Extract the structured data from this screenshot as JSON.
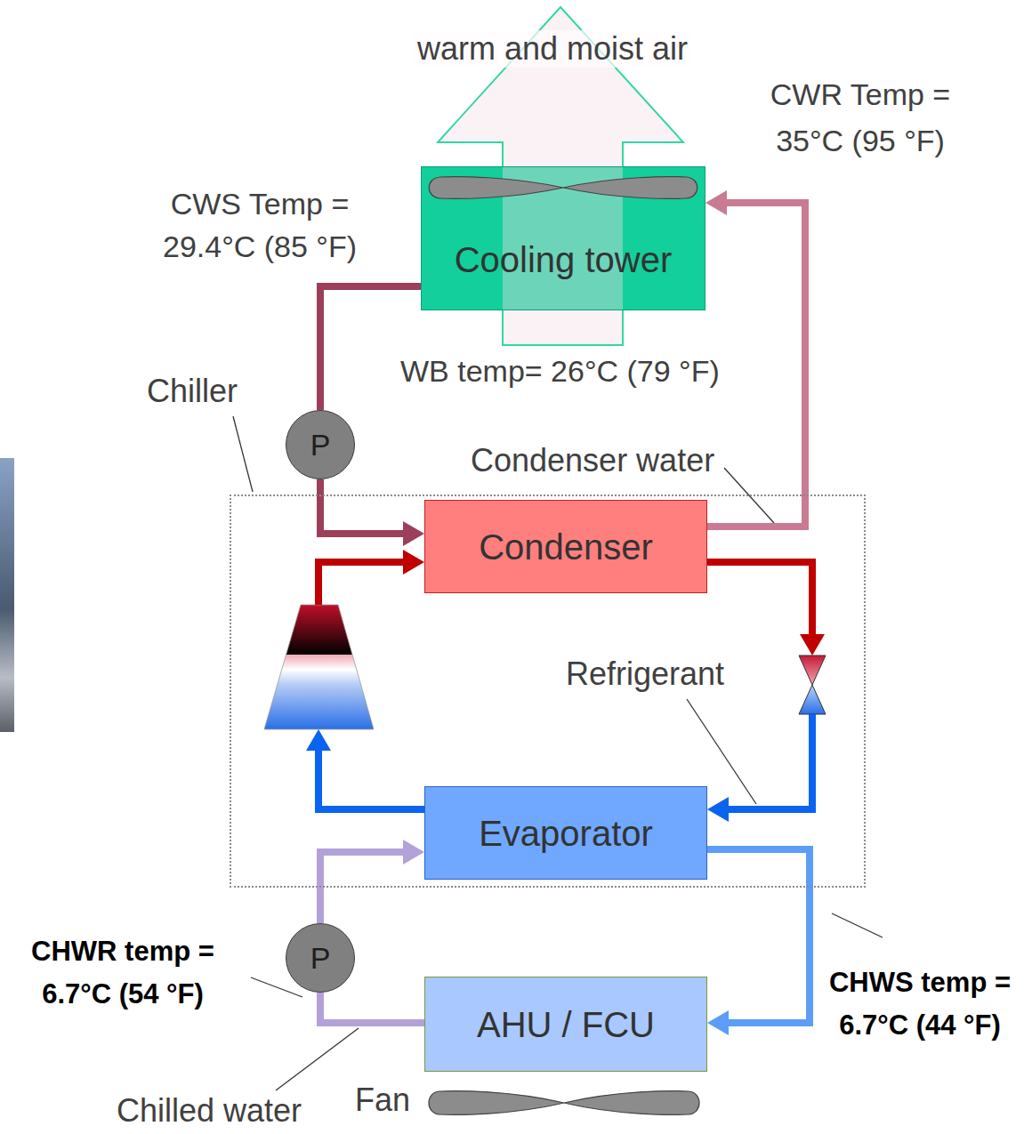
{
  "diagram": {
    "nodes": [
      {
        "text": [
          "Cooling tower"
        ]
      },
      {
        "text": [
          "P"
        ]
      },
      {
        "text": [
          "Chiller"
        ]
      },
      {
        "text": [
          "Condenser"
        ],
        "in": 2
      },
      {
        "text": [
          "Evaporator"
        ],
        "in": 2
      },
      {
        "text": [
          "P"
        ]
      },
      {
        "text": [
          "AHU / FCU"
        ]
      }
    ],
    "edges": [
      {
        "from": 0,
        "to": 1,
        "arrow": "none"
      },
      {
        "from": 1,
        "to": 3,
        "arrow": "to"
      },
      {
        "from": 3,
        "to": 0,
        "arrow": "to"
      },
      {
        "from": 3,
        "to": 4,
        "arrow": "to"
      },
      {
        "from": 4,
        "to": 3,
        "arrow": "to"
      },
      {
        "from": 4,
        "to": 6,
        "arrow": "to"
      },
      {
        "from": 6,
        "to": 5,
        "arrow": "none"
      },
      {
        "from": 5,
        "to": 4,
        "arrow": "to"
      }
    ],
    "labels": [
      "warm and moist air",
      "CWR Temp = 35°C (95 °F)",
      "CWS Temp = 29.4°C (85 °F)",
      "WB temp= 26°C (79 °F)",
      "Condenser water",
      "Refrigerant",
      "CHWR temp = 6.7°C (54 °F)",
      "CHWS temp = 6.7°C (44 °F)",
      "Fan",
      "Chilled water"
    ]
  }
}
